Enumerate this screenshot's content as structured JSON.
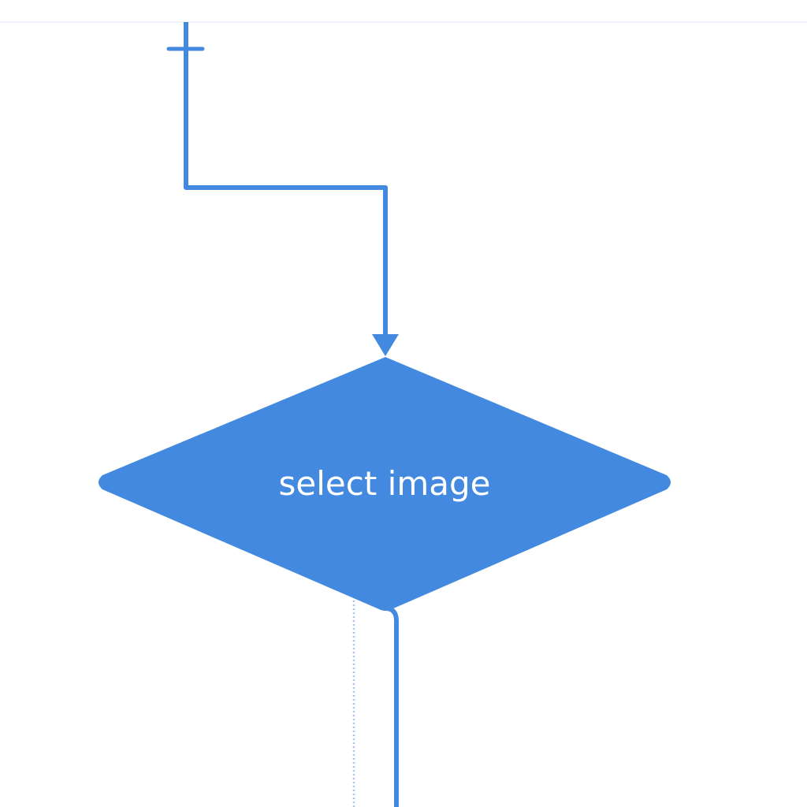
{
  "diagram": {
    "nodes": [
      {
        "id": "decision",
        "shape": "diamond",
        "label": "select image"
      }
    ],
    "edges": [
      {
        "to": "decision",
        "style": "solid",
        "marker_start": "bar",
        "marker_end": "arrow"
      },
      {
        "from": "decision",
        "style": "solid"
      },
      {
        "from": "decision",
        "style": "dotted"
      }
    ],
    "colors": {
      "accent": "#4389df",
      "dotted": "#a9c6ee",
      "label": "#ffffff",
      "background": "#ffffff",
      "divider": "#eef3fa"
    }
  }
}
